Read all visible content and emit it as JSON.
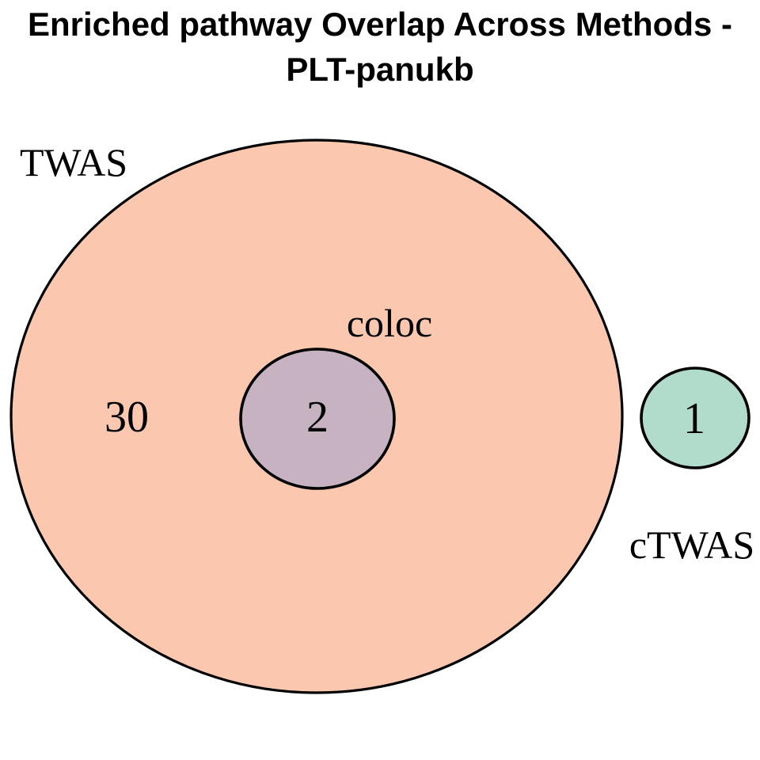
{
  "title": {
    "line1": "Enriched pathway Overlap Across Methods -",
    "line2": "PLT-panukb"
  },
  "colors": {
    "twas_fill": "#fbc7ae",
    "coloc_fill": "#c6b2c1",
    "ctwas_fill": "#b1dccb",
    "outline": "#000000",
    "text": "#000000",
    "background": "#ffffff"
  },
  "sets": {
    "twas": {
      "label": "TWAS"
    },
    "coloc": {
      "label": "coloc"
    },
    "ctwas": {
      "label": "cTWAS"
    }
  },
  "counts": {
    "twas_only": "30",
    "twas_and_coloc": "2",
    "ctwas_only": "1"
  },
  "chart_data": {
    "type": "venn",
    "title": "Enriched pathway Overlap Across Methods - PLT-panukb",
    "sets": [
      "TWAS",
      "coloc",
      "cTWAS"
    ],
    "regions": [
      {
        "sets": [
          "TWAS"
        ],
        "value": 30
      },
      {
        "sets": [
          "TWAS",
          "coloc"
        ],
        "value": 2
      },
      {
        "sets": [
          "cTWAS"
        ],
        "value": 1
      }
    ],
    "layout": {
      "coloc_fully_inside_twas": true,
      "ctwas_disjoint_from_twas": true,
      "legend": "off",
      "axes": "off"
    }
  }
}
